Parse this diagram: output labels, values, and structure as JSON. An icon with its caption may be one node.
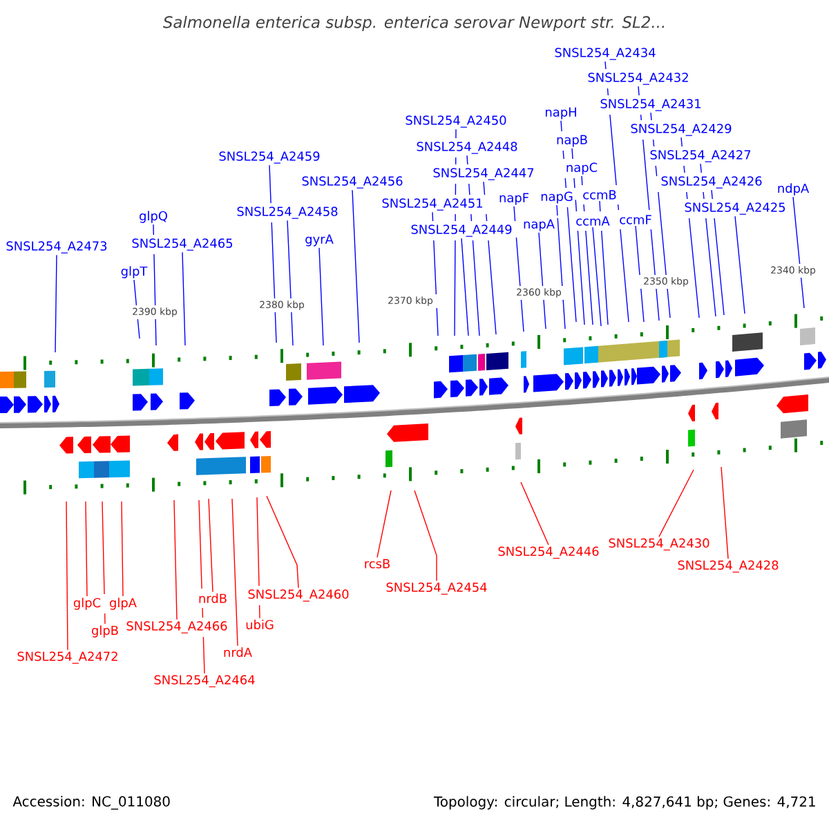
{
  "diagram": {
    "title": "Salmonella enterica subsp. enterica serovar Newport str. SL2...",
    "nodes": [
      {
        "text": [
          "SNSL254_A2434"
        ]
      },
      {
        "text": [
          "SNSL254_A2432"
        ]
      },
      {
        "text": [
          "SNSL254_A2431"
        ]
      },
      {
        "text": [
          "napH"
        ]
      },
      {
        "text": [
          "SNSL254_A2450"
        ]
      },
      {
        "text": [
          "SNSL254_A2429"
        ]
      },
      {
        "text": [
          "napB"
        ]
      },
      {
        "text": [
          "SNSL254_A2448"
        ]
      },
      {
        "text": [
          "SNSL254_A2427"
        ]
      },
      {
        "text": [
          "SNSL254_A2459"
        ]
      },
      {
        "text": [
          "napC"
        ]
      },
      {
        "text": [
          "SNSL254_A2447"
        ]
      },
      {
        "text": [
          "SNSL254_A2456"
        ]
      },
      {
        "text": [
          "SNSL254_A2426"
        ]
      },
      {
        "text": [
          "ndpA"
        ]
      },
      {
        "text": [
          "ccmB"
        ]
      },
      {
        "text": [
          "napG"
        ]
      },
      {
        "text": [
          "napF"
        ]
      },
      {
        "text": [
          "SNSL254_A2451"
        ]
      },
      {
        "text": [
          "SNSL254_A2425"
        ]
      },
      {
        "text": [
          "SNSL254_A2458"
        ]
      },
      {
        "text": [
          "glpQ"
        ]
      },
      {
        "text": [
          "ccmF"
        ]
      },
      {
        "text": [
          "ccmA"
        ]
      },
      {
        "text": [
          "napA"
        ]
      },
      {
        "text": [
          "SNSL254_A2449"
        ]
      },
      {
        "text": [
          "gyrA"
        ]
      },
      {
        "text": [
          "SNSL254_A2465"
        ]
      },
      {
        "text": [
          "SNSL254_A2473"
        ]
      },
      {
        "text": [
          "glpT"
        ]
      },
      {
        "text": [
          "SNSL254_A2430"
        ]
      },
      {
        "text": [
          "SNSL254_A2446"
        ]
      },
      {
        "text": [
          "rcsB"
        ]
      },
      {
        "text": [
          "SNSL254_A2428"
        ]
      },
      {
        "text": [
          "SNSL254_A2454"
        ]
      },
      {
        "text": [
          "SNSL254_A2460"
        ]
      },
      {
        "text": [
          "nrdB"
        ]
      },
      {
        "text": [
          "glpC"
        ]
      },
      {
        "text": [
          "glpA"
        ]
      },
      {
        "text": [
          "ubiG"
        ]
      },
      {
        "text": [
          "SNSL254_A2466"
        ]
      },
      {
        "text": [
          "glpB"
        ]
      },
      {
        "text": [
          "nrdA"
        ]
      },
      {
        "text": [
          "SNSL254_A2472"
        ]
      },
      {
        "text": [
          "SNSL254_A2464"
        ]
      }
    ],
    "edges": [
      {
        "from": 0,
        "to": null,
        "arrow": "none"
      },
      {
        "from": 1,
        "to": null,
        "arrow": "none"
      },
      {
        "from": 2,
        "to": null,
        "arrow": "none"
      },
      {
        "from": 3,
        "to": null,
        "arrow": "none"
      },
      {
        "from": 4,
        "to": null,
        "arrow": "none"
      },
      {
        "from": 5,
        "to": null,
        "arrow": "none"
      },
      {
        "from": 6,
        "to": null,
        "arrow": "none"
      },
      {
        "from": 7,
        "to": null,
        "arrow": "none"
      },
      {
        "from": 8,
        "to": null,
        "arrow": "none"
      },
      {
        "from": 9,
        "to": null,
        "arrow": "none"
      },
      {
        "from": 10,
        "to": null,
        "arrow": "none"
      },
      {
        "from": 11,
        "to": null,
        "arrow": "none"
      },
      {
        "from": 12,
        "to": null,
        "arrow": "none"
      },
      {
        "from": 13,
        "to": null,
        "arrow": "none"
      },
      {
        "from": 14,
        "to": null,
        "arrow": "none"
      },
      {
        "from": 15,
        "to": null,
        "arrow": "none"
      },
      {
        "from": 16,
        "to": null,
        "arrow": "none"
      },
      {
        "from": 17,
        "to": null,
        "arrow": "none"
      },
      {
        "from": 18,
        "to": null,
        "arrow": "none"
      },
      {
        "from": 19,
        "to": null,
        "arrow": "none"
      },
      {
        "from": 20,
        "to": null,
        "arrow": "none"
      },
      {
        "from": 21,
        "to": null,
        "arrow": "none"
      },
      {
        "from": 22,
        "to": null,
        "arrow": "none"
      },
      {
        "from": 23,
        "to": null,
        "arrow": "none"
      },
      {
        "from": 24,
        "to": null,
        "arrow": "none"
      },
      {
        "from": 25,
        "to": null,
        "arrow": "none"
      },
      {
        "from": 26,
        "to": null,
        "arrow": "none"
      },
      {
        "from": 27,
        "to": null,
        "arrow": "none"
      },
      {
        "from": 28,
        "to": null,
        "arrow": "none"
      },
      {
        "from": 29,
        "to": null,
        "arrow": "none"
      },
      {
        "from": 30,
        "to": null,
        "arrow": "none",
        "color": "#ff0000"
      },
      {
        "from": 31,
        "to": null,
        "arrow": "none",
        "color": "#ff0000"
      },
      {
        "from": 32,
        "to": null,
        "arrow": "none",
        "color": "#ff0000"
      },
      {
        "from": 33,
        "to": null,
        "arrow": "none",
        "color": "#ff0000"
      },
      {
        "from": 34,
        "to": null,
        "arrow": "none",
        "color": "#ff0000"
      },
      {
        "from": 35,
        "to": null,
        "arrow": "none",
        "color": "#ff0000"
      },
      {
        "from": 36,
        "to": null,
        "arrow": "none",
        "color": "#ff0000"
      },
      {
        "from": 37,
        "to": null,
        "arrow": "none",
        "color": "#ff0000"
      },
      {
        "from": 38,
        "to": null,
        "arrow": "none",
        "color": "#ff0000"
      },
      {
        "from": 39,
        "to": null,
        "arrow": "none",
        "color": "#ff0000"
      },
      {
        "from": 40,
        "to": null,
        "arrow": "none",
        "color": "#ff0000"
      },
      {
        "from": 41,
        "to": null,
        "arrow": "none",
        "color": "#ff0000"
      },
      {
        "from": 42,
        "to": null,
        "arrow": "none",
        "color": "#ff0000"
      },
      {
        "from": 43,
        "to": null,
        "arrow": "none",
        "color": "#ff0000"
      },
      {
        "from": 44,
        "to": null,
        "arrow": "none",
        "color": "#ff0000"
      }
    ],
    "labels": [
      "2390 kbp",
      "2380 kbp",
      "2370 kbp",
      "2360 kbp",
      "2350 kbp",
      "2340 kbp",
      "Accession: NC_011080",
      "Topology: circular; Length: 4,827,641 bp; Genes: 4,721"
    ]
  }
}
